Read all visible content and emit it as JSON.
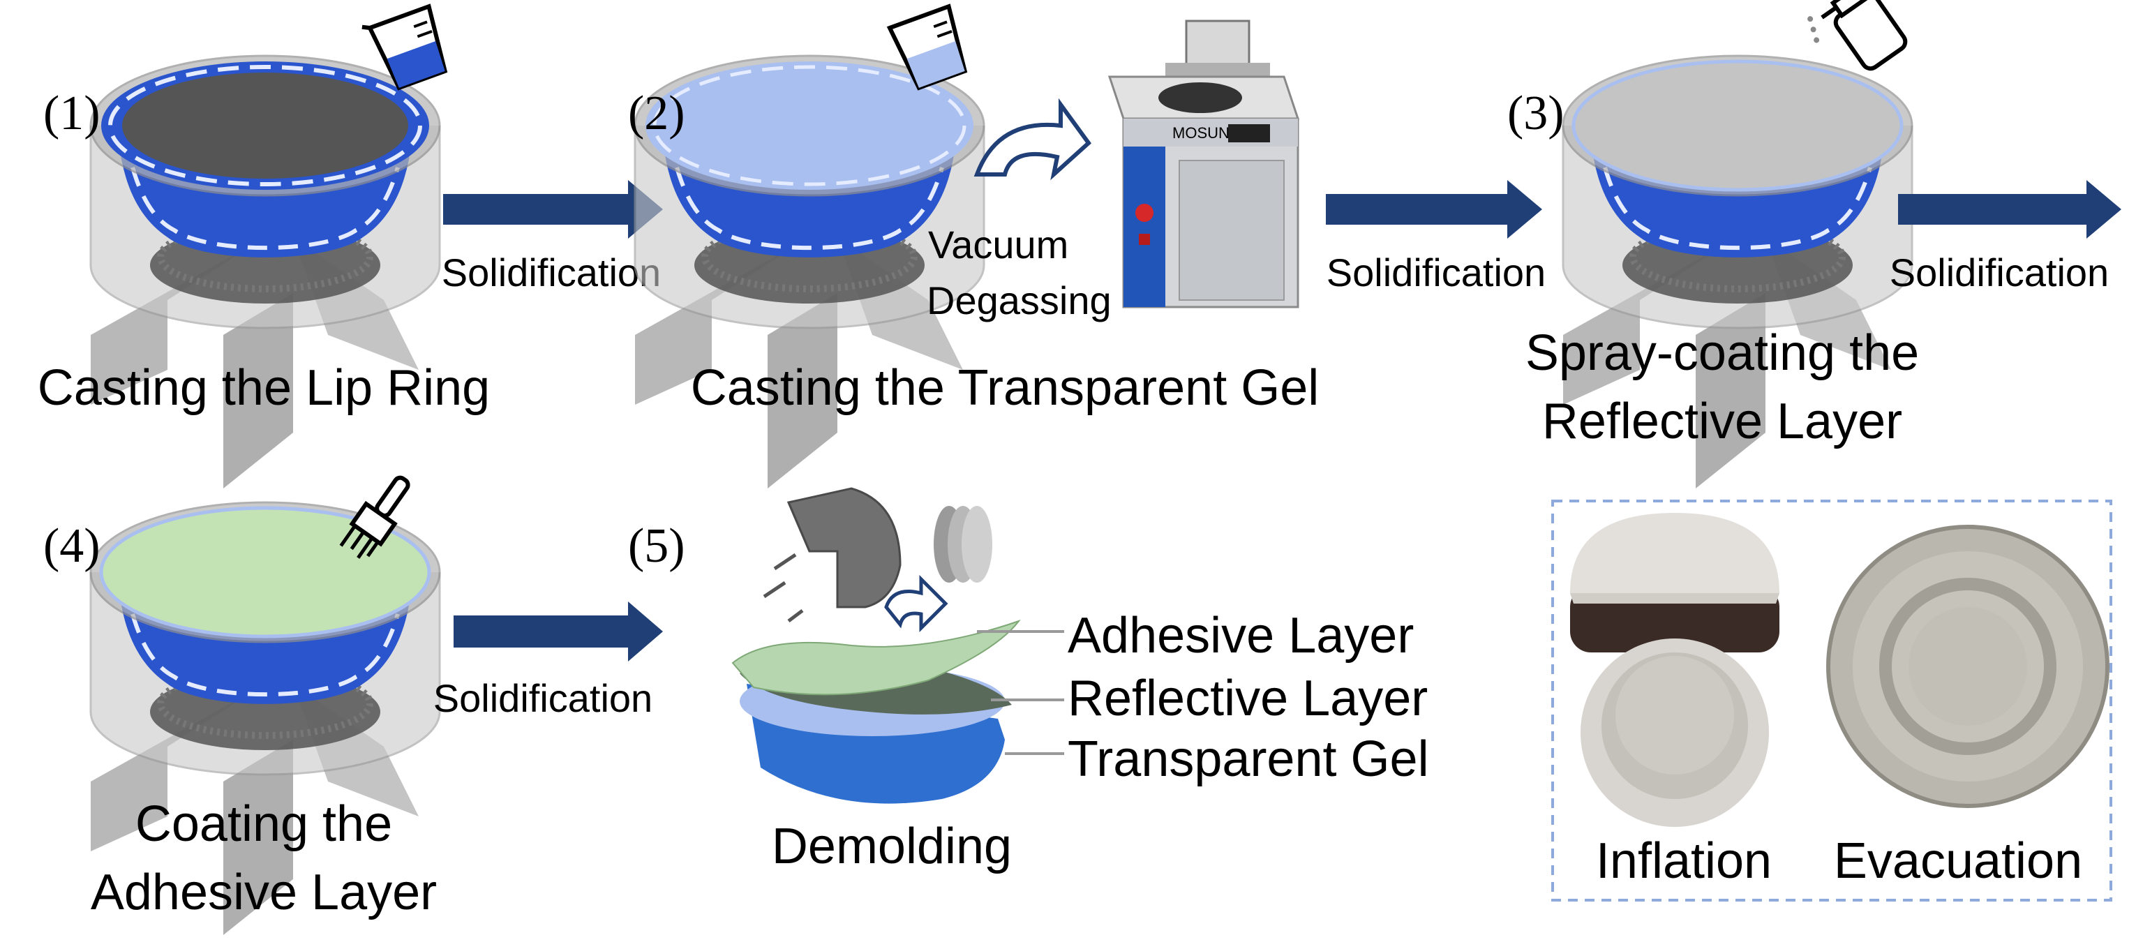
{
  "steps": [
    {
      "number": "(1)",
      "caption": [
        "Casting the Lip Ring"
      ]
    },
    {
      "number": "(2)",
      "caption": [
        "Casting the Transparent Gel"
      ]
    },
    {
      "number": "(3)",
      "caption": [
        "Spray-coating the",
        "Reflective Layer"
      ]
    },
    {
      "number": "(4)",
      "caption": [
        "Coating the",
        "Adhesive Layer"
      ]
    },
    {
      "number": "(5)",
      "caption": [
        "Demolding"
      ]
    }
  ],
  "arrows": {
    "solidification": "Solidification",
    "vacuum_line1": "Vacuum",
    "vacuum_line2": "Degassing"
  },
  "machine_brand": "MOSUN",
  "layers": [
    "Adhesive Layer",
    "Reflective Layer",
    "Transparent Gel"
  ],
  "results": [
    "Inflation",
    "Evacuation"
  ],
  "colors": {
    "arrow": "#1f3f76",
    "mold_blue": "#2a55cc",
    "gel": "#a9bff0",
    "reflective": "#bdbdbd",
    "adhesive": "#c4e3b5",
    "frame": "#8ea9db"
  }
}
